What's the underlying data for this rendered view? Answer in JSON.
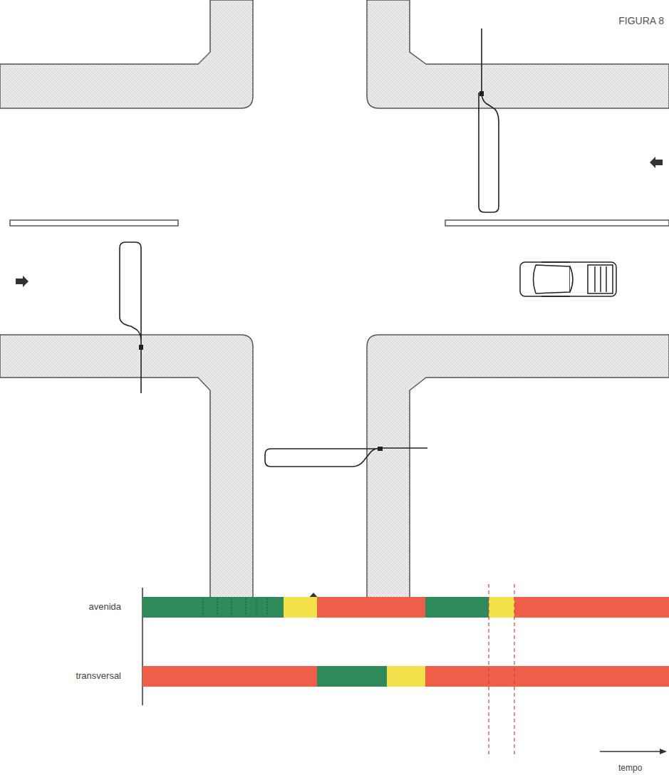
{
  "diagram": {
    "labels": [
      "FIGURA 8",
      "avenida",
      "transversal",
      "tempo"
    ]
  }
}
